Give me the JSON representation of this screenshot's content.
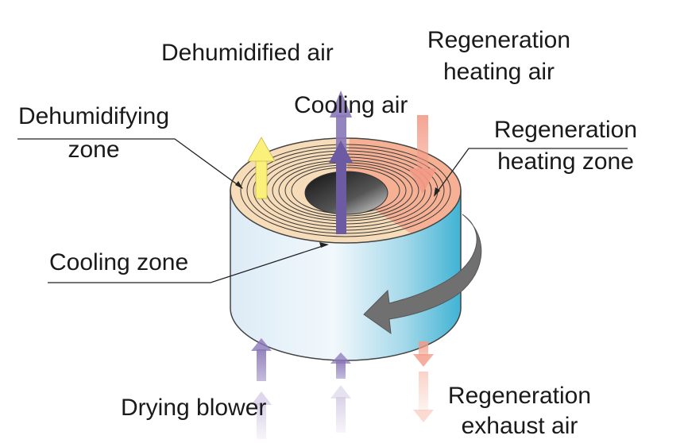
{
  "labels": {
    "dehumidified_air": "Dehumidified air",
    "regeneration_heating_air": [
      "Regeneration",
      "heating air"
    ],
    "cooling_air": "Cooling air",
    "dehumidifying_zone": [
      "Dehumidifying",
      "zone"
    ],
    "regeneration_heating_zone": [
      "Regeneration",
      "heating zone"
    ],
    "cooling_zone": "Cooling zone",
    "drying_blower": "Drying blower",
    "regeneration_exhaust_air": [
      "Regeneration",
      "exhaust air"
    ]
  },
  "colors": {
    "dehumidifying_zone": "#f6dcb8",
    "regeneration_zone": "#f6a98e",
    "wheel_side_light": "#eef5fb",
    "wheel_side_dark": "#4fb8d6",
    "cooling_arrow": "#8a78b8",
    "dehumidified_arrow": "#fbf07a",
    "regeneration_arrow": "#f39a86",
    "rotation_arrow": "#707070"
  }
}
